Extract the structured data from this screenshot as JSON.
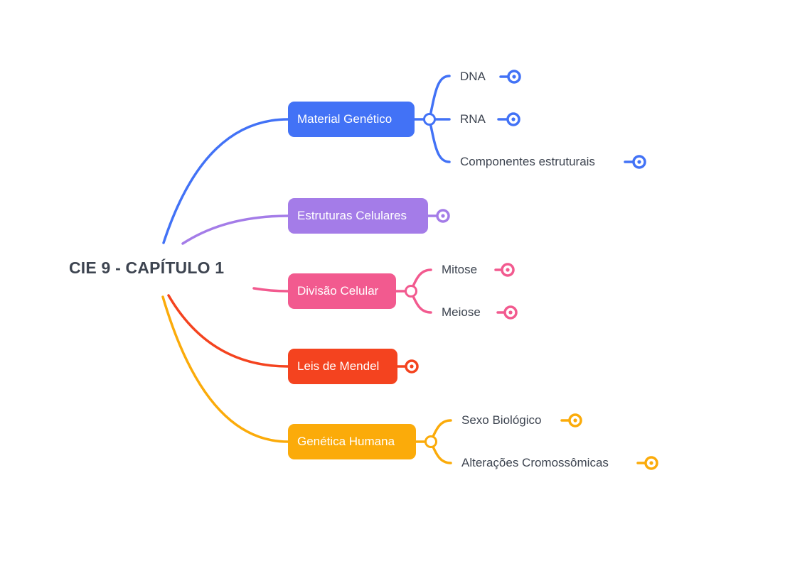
{
  "root": {
    "label": "CIE 9 - CAPÍTULO 1"
  },
  "branches": [
    {
      "id": "material-genetico",
      "label": "Material Genético",
      "color": "#4272f6",
      "expanded": true,
      "children": [
        {
          "label": "DNA"
        },
        {
          "label": "RNA"
        },
        {
          "label": "Componentes estruturais"
        }
      ]
    },
    {
      "id": "estruturas-celulares",
      "label": "Estruturas Celulares",
      "color": "#a47ce8",
      "expanded": false,
      "children": []
    },
    {
      "id": "divisao-celular",
      "label": "Divisão Celular",
      "color": "#f25a8f",
      "expanded": true,
      "children": [
        {
          "label": "Mitose"
        },
        {
          "label": "Meiose"
        }
      ]
    },
    {
      "id": "leis-de-mendel",
      "label": "Leis de Mendel",
      "color": "#f4431f",
      "expanded": false,
      "children": []
    },
    {
      "id": "genetica-humana",
      "label": "Genética Humana",
      "color": "#fbab0a",
      "expanded": true,
      "children": [
        {
          "label": "Sexo Biológico"
        },
        {
          "label": "Alterações Cromossômicas"
        }
      ]
    }
  ]
}
